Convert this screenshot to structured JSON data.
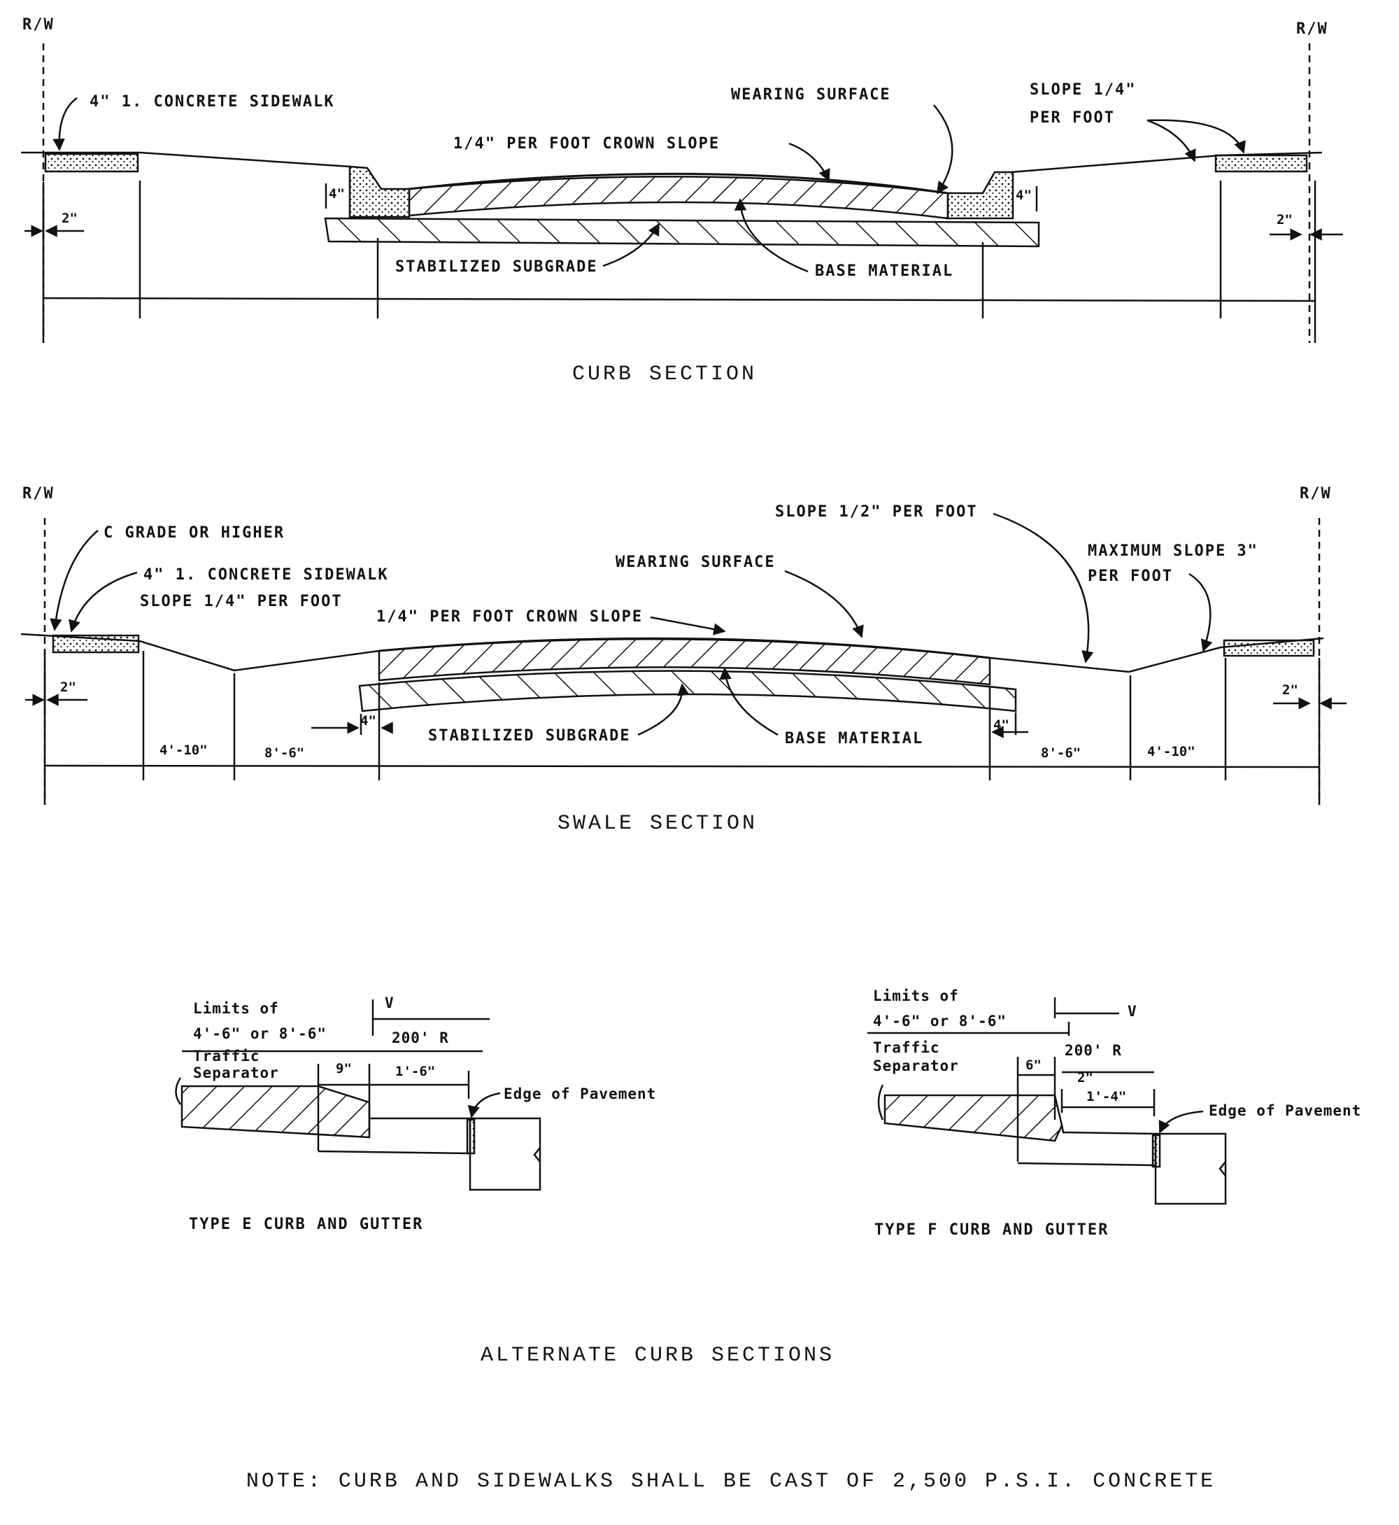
{
  "curb_section": {
    "title": "CURB SECTION",
    "rw_left": "R/W",
    "rw_right": "R/W",
    "sidewalk_label": "4\" 1. CONCRETE SIDEWALK",
    "wearing_surface": "WEARING SURFACE",
    "crown_slope": "1/4\" PER FOOT CROWN SLOPE",
    "slope_line1": "SLOPE 1/4\"",
    "slope_line2": "PER FOOT",
    "subgrade": "STABILIZED SUBGRADE",
    "base_material": "BASE MATERIAL",
    "dim_2in_left": "2\"",
    "dim_2in_right": "2\"",
    "dim_4in_left": "4\"",
    "dim_4in_right": "4\""
  },
  "swale_section": {
    "title": "SWALE SECTION",
    "rw_left": "R/W",
    "rw_right": "R/W",
    "grade": "C GRADE OR HIGHER",
    "sidewalk_label": "4\" 1. CONCRETE SIDEWALK",
    "sidewalk_slope": "SLOPE 1/4\" PER FOOT",
    "slope_half": "SLOPE 1/2\" PER FOOT",
    "wearing_surface": "WEARING SURFACE",
    "max_slope_line1": "MAXIMUM SLOPE 3\"",
    "max_slope_line2": "PER FOOT",
    "crown_slope": "1/4\" PER FOOT CROWN SLOPE",
    "subgrade": "STABILIZED SUBGRADE",
    "base_material": "BASE MATERIAL",
    "dim_2in_left": "2\"",
    "dim_2in_right": "2\"",
    "dim_4ft10_left": "4'-10\"",
    "dim_8ft6_left": "8'-6\"",
    "dim_4in_left": "4\"",
    "dim_4in_right": "4\"",
    "dim_8ft6_right": "8'-6\"",
    "dim_4ft10_right": "4'-10\""
  },
  "type_e": {
    "title": "TYPE E CURB AND GUTTER",
    "limits_line1": "Limits of",
    "limits_line2": "4'-6\" or 8'-6\"",
    "separator_line1": "Traffic",
    "separator_line2": "Separator",
    "v_label": "V",
    "radius": "200' R",
    "dim_9in": "9\"",
    "dim_1ft6": "1'-6\"",
    "edge": "Edge of Pavement"
  },
  "type_f": {
    "title": "TYPE F CURB AND GUTTER",
    "limits_line1": "Limits of",
    "limits_line2": "4'-6\" or 8'-6\"",
    "separator_line1": "Traffic",
    "separator_line2": "Separator",
    "v_label": "V",
    "radius": "200' R",
    "dim_6in": "6\"",
    "dim_2in": "2\"",
    "dim_1ft4": "1'-4\"",
    "edge": "Edge of Pavement"
  },
  "alternate_title": "ALTERNATE CURB SECTIONS",
  "note": "NOTE: CURB AND SIDEWALKS SHALL BE CAST OF 2,500 P.S.I. CONCRETE"
}
